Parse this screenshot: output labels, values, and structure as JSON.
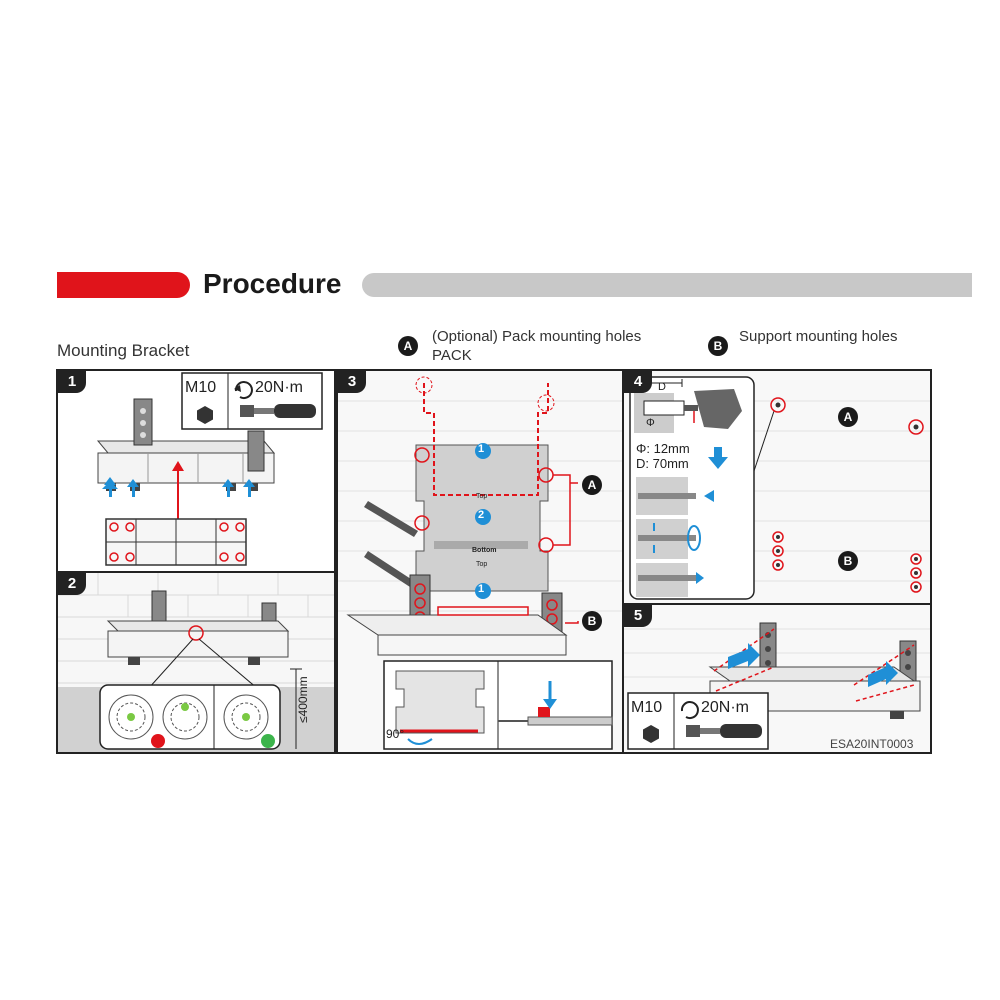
{
  "header": {
    "title": "Procedure"
  },
  "labels": {
    "mounting_bracket": "Mounting Bracket",
    "pack_holes": "(Optional) Pack mounting holes",
    "pack": "PACK",
    "support_holes": "Support mounting holes"
  },
  "markers": {
    "A": "A",
    "B": "B"
  },
  "steps": {
    "s1": "1",
    "s2": "2",
    "s3": "3",
    "s4": "4",
    "s5": "5"
  },
  "step1": {
    "bolt": "M10",
    "torque": "20N·m"
  },
  "step2": {
    "height": "≤400mm"
  },
  "step3": {
    "label_top": "Top",
    "label_bottom": "Bottom",
    "angle": "90°",
    "num1": "1",
    "num2": "2"
  },
  "step4": {
    "depth_label": "D",
    "dia_symbol": "Φ",
    "diameter": "Φ: 12mm",
    "depth": "D: 70mm"
  },
  "step5": {
    "bolt": "M10",
    "torque": "20N·m"
  },
  "footer": {
    "code": "ESA20INT0003"
  },
  "colors": {
    "accent_red": "#e0141b",
    "accent_blue": "#1f8fd6",
    "marker_green": "#7ac943"
  }
}
